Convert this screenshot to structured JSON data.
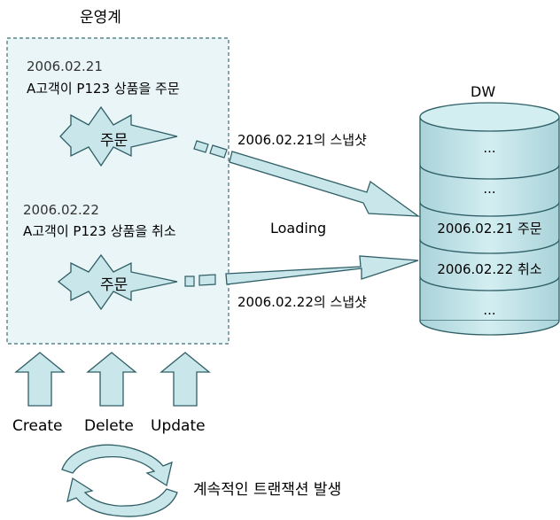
{
  "ops_title": "운영계",
  "event1": {
    "date": "2006.02.21",
    "desc": "A고객이 P123 상품을 주문",
    "badge": "주문"
  },
  "event2": {
    "date": "2006.02.22",
    "desc": "A고객이 P123 상품을 취소",
    "badge": "주문"
  },
  "snapshot1": "2006.02.21의 스냅샷",
  "snapshot2": "2006.02.22의 스냅샷",
  "loading": "Loading",
  "dw": {
    "title": "DW",
    "rows": [
      "...",
      "...",
      "2006.02.21 주문",
      "2006.02.22 취소",
      "..."
    ]
  },
  "actions": [
    "Create",
    "Delete",
    "Update"
  ],
  "cycle_label": "계속적인 트랜잭션 발생",
  "colors": {
    "fill": "#c9e6ea",
    "stroke": "#2f5f67",
    "panel": "#eaf5f7",
    "dashed": "#3f6f77"
  }
}
